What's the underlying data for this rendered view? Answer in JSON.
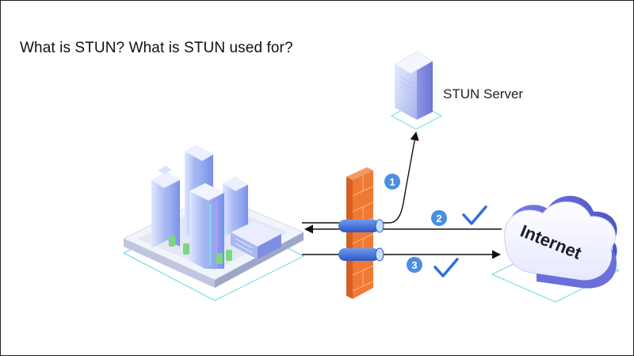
{
  "title": "What is STUN? What is STUN used for?",
  "server": {
    "label": "STUN Server"
  },
  "cloud": {
    "label": "Internet"
  },
  "steps": [
    {
      "number": "1",
      "checked": false
    },
    {
      "number": "2",
      "checked": true
    },
    {
      "number": "3",
      "checked": true
    }
  ],
  "colors": {
    "arrow": "#111111",
    "badge": "#4a8fe0",
    "check": "#2f6fd6",
    "firewall": "#f07a35",
    "pipe": "#3d6fd0",
    "building": "#b9c7f3",
    "cloud": "#7f7fe6",
    "base_line": "#5fd6d6"
  }
}
